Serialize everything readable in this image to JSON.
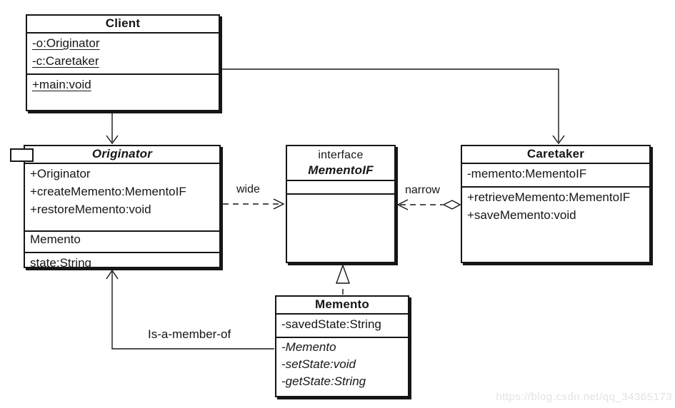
{
  "diagram": {
    "classes": {
      "client": {
        "title": "Client",
        "attributes": [
          "-o:Originator",
          "-c:Caretaker"
        ],
        "methods": [
          "+main:void"
        ]
      },
      "originator": {
        "title": "Originator",
        "methods": [
          "+Originator",
          "+createMemento:MementoIF",
          "+restoreMemento:void"
        ],
        "nested_class": "Memento",
        "state_field": "state:String"
      },
      "mementoif": {
        "stereotype": "interface",
        "title": "MementoIF"
      },
      "caretaker": {
        "title": "Caretaker",
        "attributes": [
          "-memento:MementoIF"
        ],
        "methods": [
          "+retrieveMemento:MementoIF",
          "+saveMemento:void"
        ]
      },
      "memento": {
        "title": "Memento",
        "attributes": [
          "-savedState:String"
        ],
        "methods": [
          "-Memento",
          "-setState:void",
          "-getState:String"
        ]
      }
    },
    "edge_labels": {
      "wide": "wide",
      "narrow": "narrow",
      "member_of": "Is-a-member-of"
    }
  },
  "watermark": "https://blog.csdn.net/qq_34365173",
  "colors": {
    "line": "#161616",
    "background": "#ffffff",
    "watermark": "#e3e3e3"
  }
}
